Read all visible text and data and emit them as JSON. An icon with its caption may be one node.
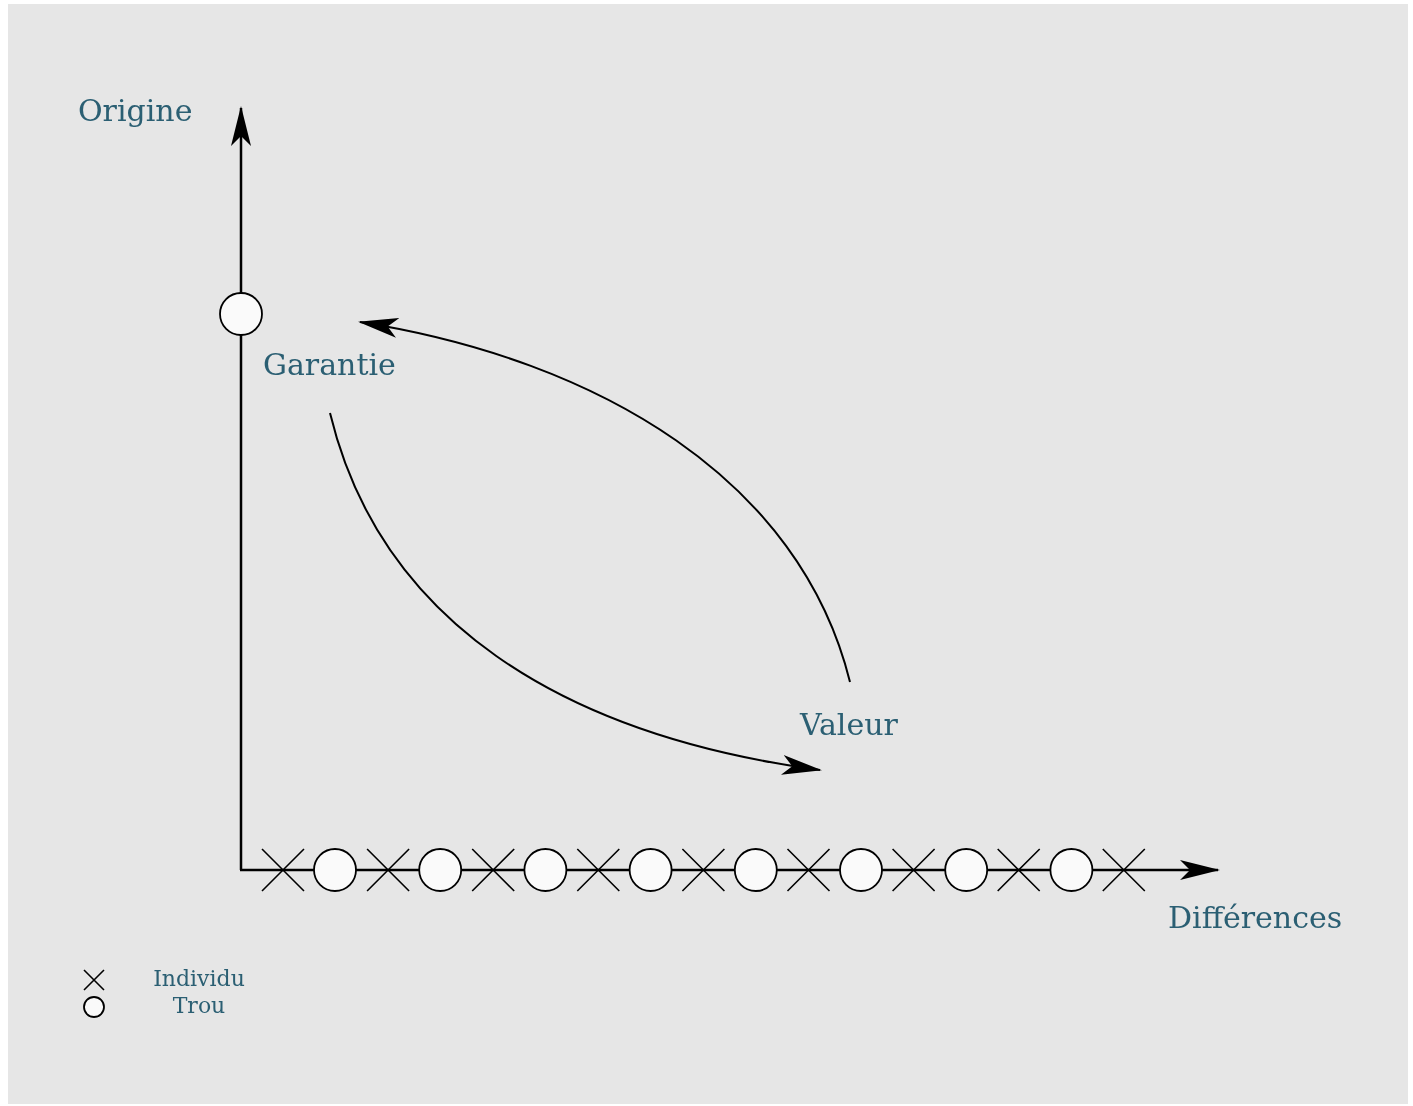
{
  "diagram": {
    "nodes": [
      {
        "text": [
          "Garantie"
        ]
      },
      {
        "text": [
          "Valeur"
        ]
      }
    ],
    "edges": [
      {
        "from": 0,
        "to": 1,
        "arrow": "to"
      },
      {
        "from": 1,
        "to": 0,
        "arrow": "to"
      }
    ],
    "labels": [
      "Origine",
      "Différences"
    ],
    "legend": [
      {
        "text": "Individu"
      },
      {
        "text": "Trou"
      }
    ]
  }
}
